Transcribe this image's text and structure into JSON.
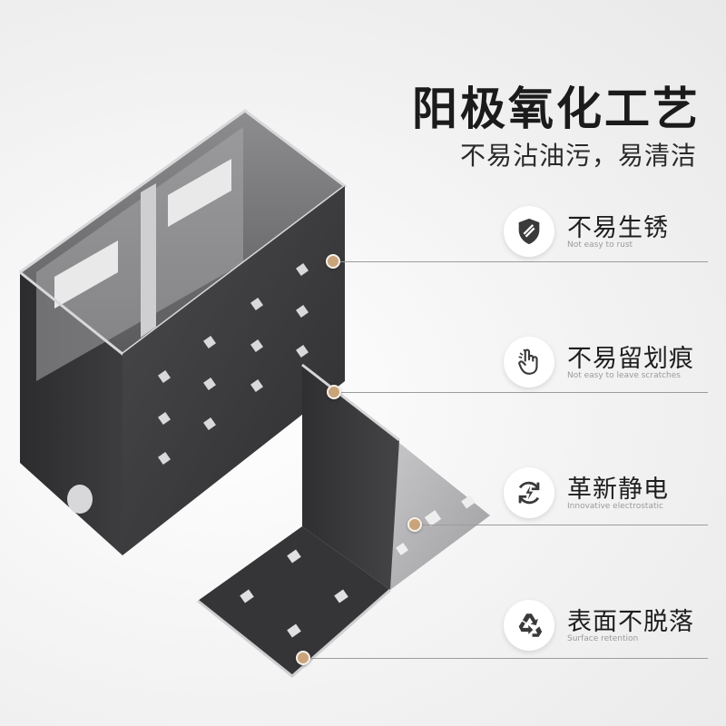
{
  "headline": "阳极氧化工艺",
  "subline": "不易沾油污，易清洁",
  "features": [
    {
      "icon": "shield-icon",
      "title": "不易生锈",
      "caption": "Not easy to rust"
    },
    {
      "icon": "finger-icon",
      "title": "不易留划痕",
      "caption": "Not easy to leave scratches"
    },
    {
      "icon": "refresh-lightning-icon",
      "title": "革新静电",
      "caption": "Innovative electrostatic"
    },
    {
      "icon": "recycle-icon",
      "title": "表面不脱落",
      "caption": "Surface retention"
    }
  ],
  "colors": {
    "accent_dot": "#c9a47a",
    "icon": "#3a3a3a",
    "metal_dark": "#3c3c3e",
    "metal_light": "#b9b9bb"
  }
}
